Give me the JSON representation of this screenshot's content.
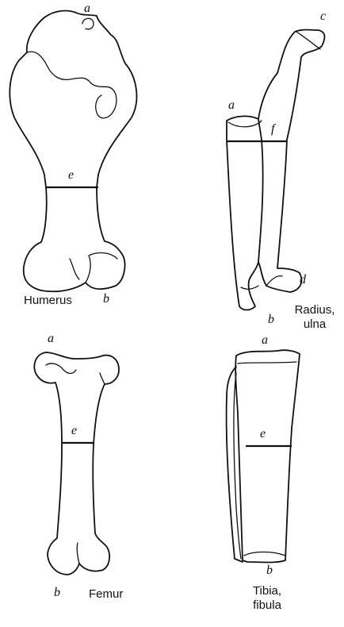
{
  "humerus": {
    "name": "Humerus",
    "point_a": "a",
    "point_b": "b",
    "point_e": "e"
  },
  "radius_ulna": {
    "name_line1": "Radius,",
    "name_line2": "ulna",
    "point_a": "a",
    "point_b": "b",
    "point_c": "c",
    "point_d": "d",
    "point_f": "f"
  },
  "femur": {
    "name": "Femur",
    "point_a": "a",
    "point_b": "b",
    "point_e": "e"
  },
  "tibia_fibula": {
    "name_line1": "Tibia,",
    "name_line2": "fibula",
    "point_a": "a",
    "point_b": "b",
    "point_e": "e"
  }
}
